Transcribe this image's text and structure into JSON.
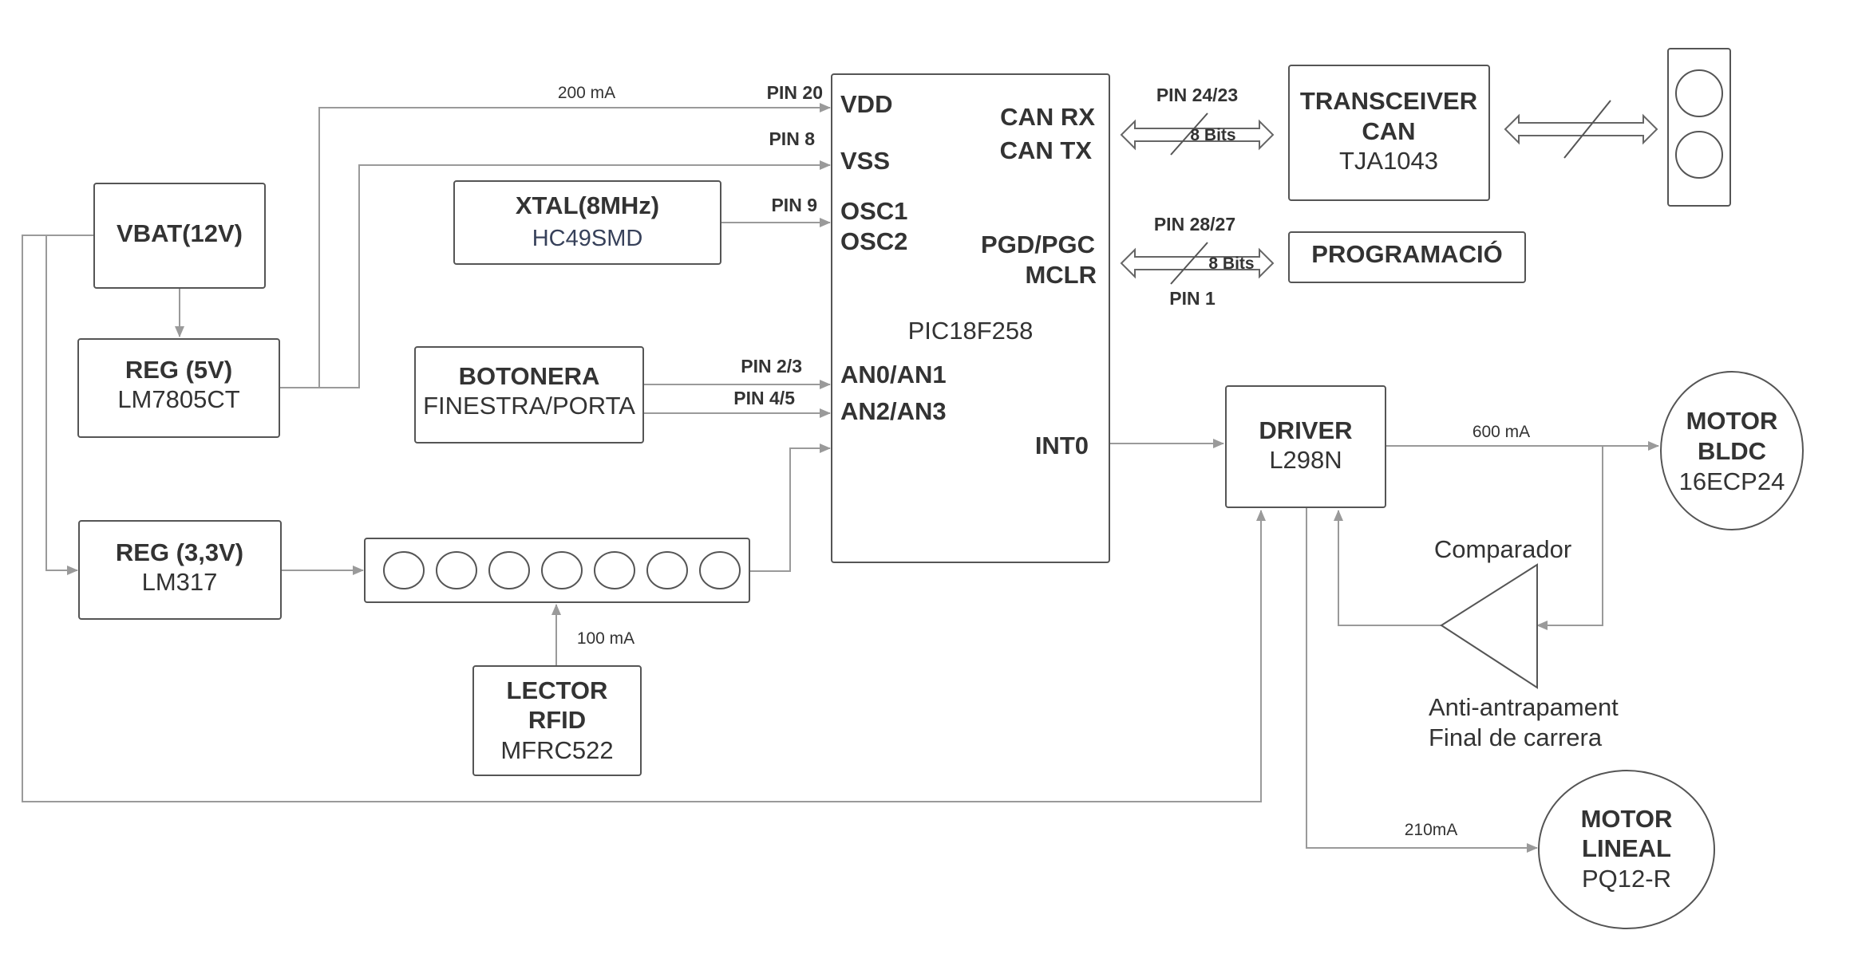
{
  "diagram": {
    "accent_line_color": "#9a9a9a",
    "box_stroke_color": "#555555",
    "text_color": "#333333",
    "blocks": {
      "vbat": {
        "title": "VBAT(12V)"
      },
      "reg5": {
        "title": "REG (5V)",
        "part": "LM7805CT"
      },
      "reg33": {
        "title": "REG (3,3V)",
        "part": "LM317"
      },
      "xtal": {
        "title": "XTAL(8MHz)",
        "part": "HC49SMD"
      },
      "botonera": {
        "title": "BOTONERA",
        "part": "FINESTRA/PORTA"
      },
      "rfid": {
        "title_line1": "LECTOR",
        "title_line2": "RFID",
        "part": "MFRC522"
      },
      "mcu": {
        "part": "PIC18F258",
        "pins": {
          "vdd": "VDD",
          "vss": "VSS",
          "osc1": "OSC1",
          "osc2": "OSC2",
          "an01": "AN0/AN1",
          "an23": "AN2/AN3",
          "can_rx": "CAN RX",
          "can_tx": "CAN TX",
          "pgd": "PGD/PGC",
          "mclr": "MCLR",
          "int0": "INT0"
        }
      },
      "transceiver": {
        "title_line1": "TRANSCEIVER",
        "title_line2": "CAN",
        "part": "TJA1043"
      },
      "programacio": {
        "title": "PROGRAMACIÓ"
      },
      "driver": {
        "title": "DRIVER",
        "part": "L298N"
      },
      "motor_bldc": {
        "title_line1": "MOTOR",
        "title_line2": "BLDC",
        "part": "16ECP24"
      },
      "motor_lineal": {
        "title_line1": "MOTOR",
        "title_line2": "LINEAL",
        "part": "PQ12-R"
      },
      "comparador": {
        "title": "Comparador",
        "note_line1": "Anti-antrapament",
        "note_line2": "Final de carrera"
      }
    },
    "labels": {
      "pin20": "PIN 20",
      "pin8": "PIN 8",
      "pin9": "PIN 9",
      "pin23": "PIN 2/3",
      "pin45": "PIN 4/5",
      "pin2423": "PIN 24/23",
      "pin2827": "PIN 28/27",
      "pin1": "PIN 1",
      "bits_can": "8 Bits",
      "bits_prog": "8 Bits",
      "cur200": "200 mA",
      "cur100": "100 mA",
      "cur600": "600 mA",
      "cur210": "210mA"
    }
  }
}
